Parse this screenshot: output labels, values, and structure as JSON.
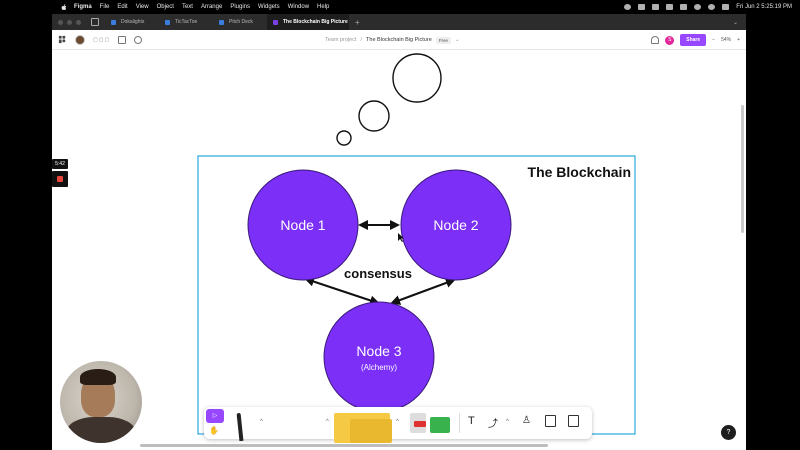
{
  "menubar": {
    "app_name": "Figma",
    "items": [
      "File",
      "Edit",
      "View",
      "Object",
      "Text",
      "Arrange",
      "Plugins",
      "Widgets",
      "Window",
      "Help"
    ],
    "datetime": "Fri Jun 2  5:25:19 PM"
  },
  "tabs": [
    {
      "label": "Dokalights"
    },
    {
      "label": "TicTacToe"
    },
    {
      "label": "Pitch Deck"
    },
    {
      "label": "The Blockchain Big Picture",
      "active": true
    }
  ],
  "toolbar": {
    "breadcrumb_project": "Team project",
    "separator": "/",
    "file_name": "The Blockchain Big Picture",
    "plan_badge": "Free",
    "user_initial": "S",
    "share_label": "Share",
    "zoom": "54%"
  },
  "recording": {
    "timer": "5:42"
  },
  "canvas": {
    "frame_title": "The Blockchain",
    "nodes": [
      {
        "label": "Node 1",
        "sublabel": ""
      },
      {
        "label": "Node 2",
        "sublabel": ""
      },
      {
        "label": "Node 3",
        "sublabel": "(Alchemy)"
      }
    ],
    "consensus_label": "consensus",
    "node_color": "#7b2ff7",
    "frame_border_color": "#29a8e0"
  },
  "help": {
    "label": "?"
  }
}
